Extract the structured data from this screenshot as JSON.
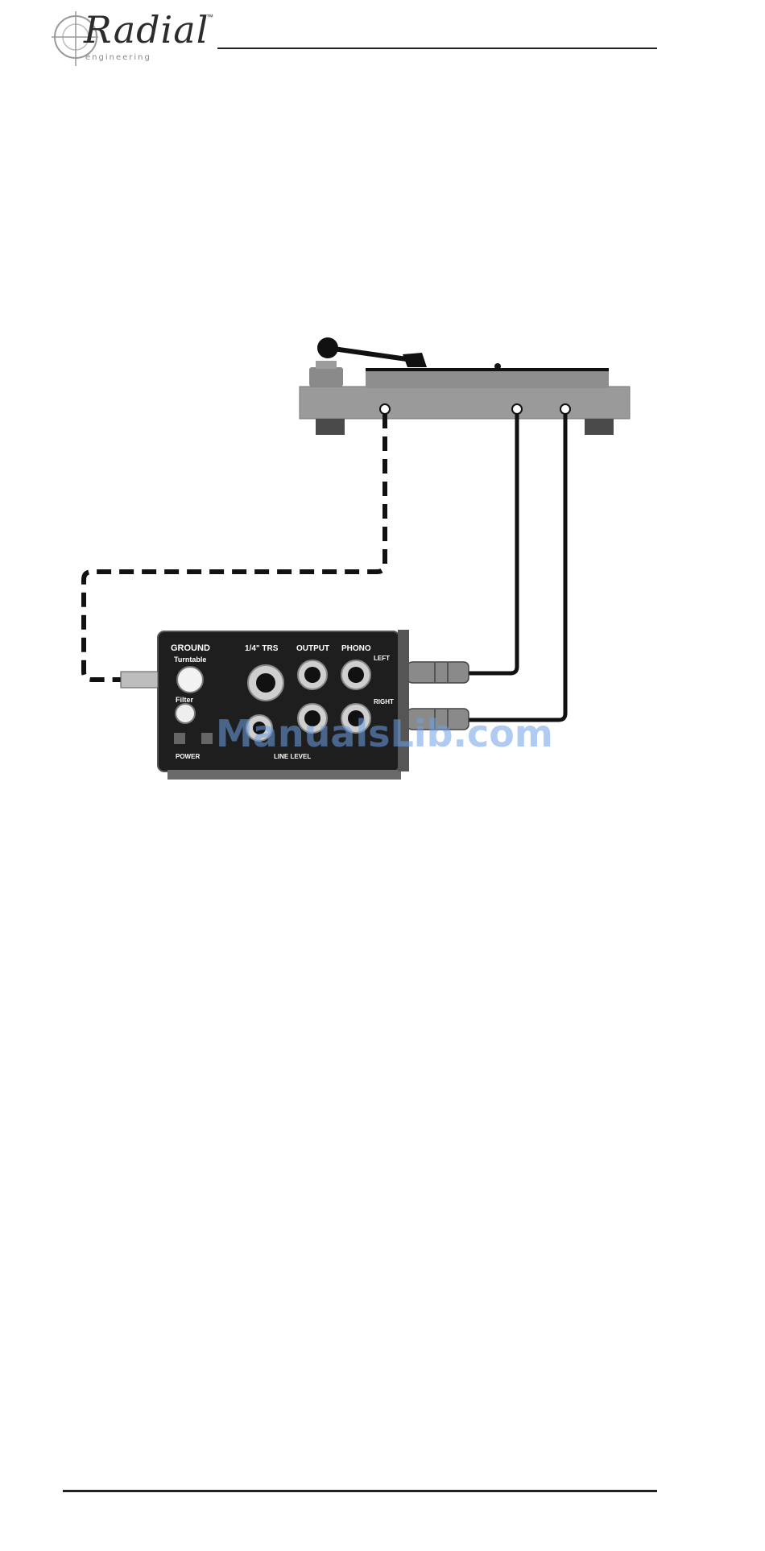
{
  "header": {
    "brand": "Radial",
    "tm": "™",
    "tagline": "engineering"
  },
  "device": {
    "ground_label": "GROUND",
    "turntable_label": "Turntable",
    "filter_label": "Filter",
    "trs_label": "1/4\" TRS",
    "output_label": "OUTPUT",
    "phono_label": "PHONO",
    "left_label": "LEFT",
    "right_label": "RIGHT",
    "power_label": "POWER",
    "line_level_label": "LINE LEVEL"
  },
  "watermark": "ManualsLib.com",
  "colors": {
    "turntable": "#9a9a9a",
    "device_body": "#1e1e1e",
    "cable": "#111111",
    "watermark": "#6ea0e6"
  }
}
